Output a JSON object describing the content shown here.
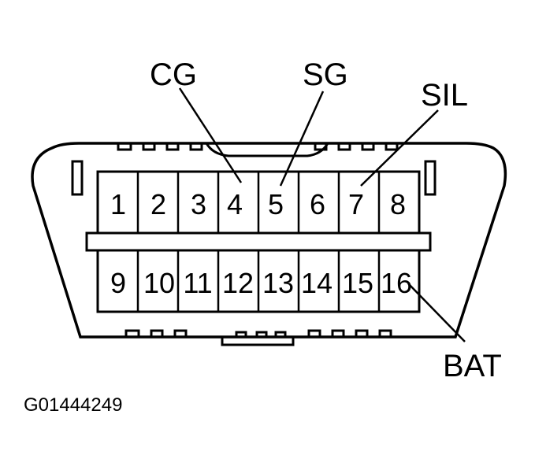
{
  "connector": {
    "top_row_pins": [
      "1",
      "2",
      "3",
      "4",
      "5",
      "6",
      "7",
      "8"
    ],
    "bottom_row_pins": [
      "9",
      "10",
      "11",
      "12",
      "13",
      "14",
      "15",
      "16"
    ]
  },
  "callouts": {
    "cg": "CG",
    "sg": "SG",
    "sil": "SIL",
    "bat": "BAT"
  },
  "figure_id": "G01444249",
  "colors": {
    "ink": "#000000",
    "paper": "#ffffff"
  }
}
